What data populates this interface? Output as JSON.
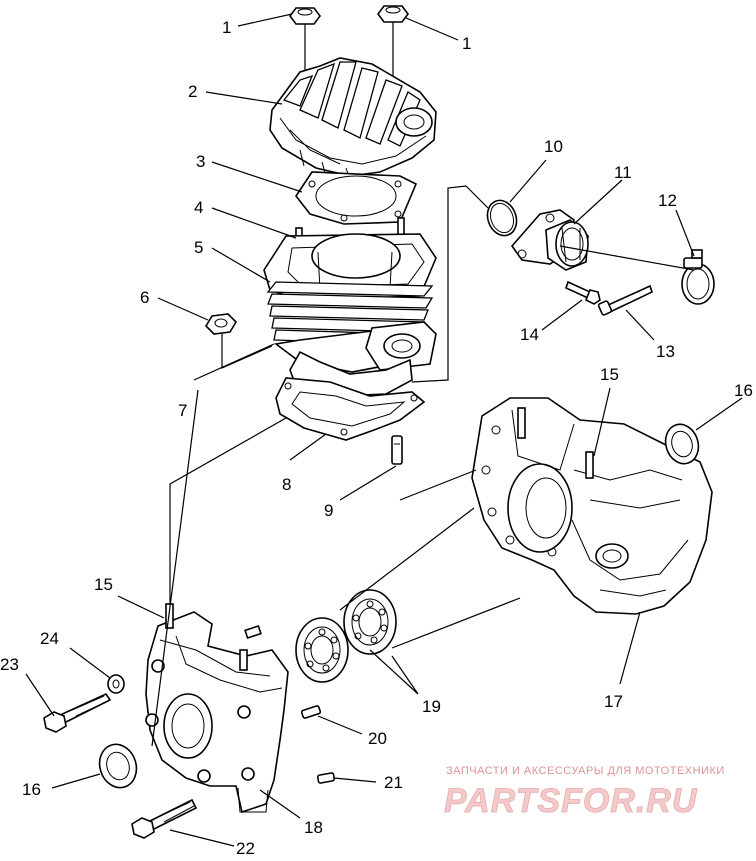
{
  "callouts": [
    {
      "id": "1a",
      "label": "1"
    },
    {
      "id": "1b",
      "label": "1"
    },
    {
      "id": "2",
      "label": "2"
    },
    {
      "id": "3",
      "label": "3"
    },
    {
      "id": "4",
      "label": "4"
    },
    {
      "id": "5",
      "label": "5"
    },
    {
      "id": "6",
      "label": "6"
    },
    {
      "id": "7",
      "label": "7"
    },
    {
      "id": "8",
      "label": "8"
    },
    {
      "id": "9",
      "label": "9"
    },
    {
      "id": "10",
      "label": "10"
    },
    {
      "id": "11",
      "label": "11"
    },
    {
      "id": "12",
      "label": "12"
    },
    {
      "id": "13",
      "label": "13"
    },
    {
      "id": "14",
      "label": "14"
    },
    {
      "id": "15a",
      "label": "15"
    },
    {
      "id": "15b",
      "label": "15"
    },
    {
      "id": "16a",
      "label": "16"
    },
    {
      "id": "16b",
      "label": "16"
    },
    {
      "id": "17",
      "label": "17"
    },
    {
      "id": "18",
      "label": "18"
    },
    {
      "id": "19",
      "label": "19"
    },
    {
      "id": "20",
      "label": "20"
    },
    {
      "id": "21",
      "label": "21"
    },
    {
      "id": "22",
      "label": "22"
    },
    {
      "id": "23",
      "label": "23"
    },
    {
      "id": "24",
      "label": "24"
    }
  ],
  "watermark": {
    "tagline": "ЗАПЧАСТИ И АКСЕССУАРЫ ДЛЯ МОТОТЕХНИКИ",
    "brand": "PARTSFOR.RU",
    "color": "#e9a0a0"
  }
}
